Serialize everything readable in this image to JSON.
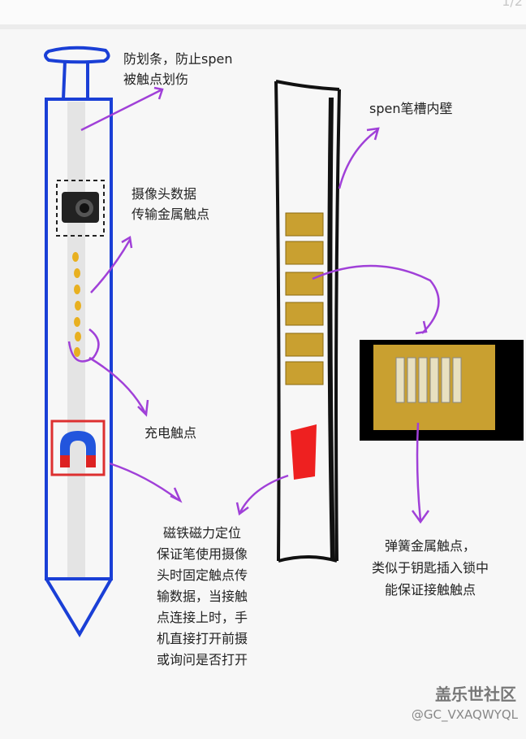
{
  "page_indicator": "1/2",
  "labels": {
    "anti_scratch": [
      "防划条，防止spen",
      "被触点划伤"
    ],
    "slot_wall": "spen笔槽内壁",
    "camera_contacts": [
      "摄像头数据",
      "传输金属触点"
    ],
    "charging": "充电触点",
    "magnet": [
      "磁铁磁力定位",
      "保证笔使用摄像",
      "头时固定触点传",
      "输数据，当接触",
      "点连接上时，手",
      "机直接打开前摄",
      "或询问是否打开"
    ],
    "spring": [
      "弹簧金属触点，",
      "类似于钥匙插入锁中",
      "能保证接触触点"
    ]
  },
  "watermark": {
    "brand": "盖乐世社区",
    "user": "@GC_VXAQWYQL"
  },
  "colors": {
    "pen": "#1a3fd6",
    "arrow": "#a040d8",
    "dots": "#e8b020",
    "red": "#ee2020",
    "gold": "#c9a030"
  }
}
